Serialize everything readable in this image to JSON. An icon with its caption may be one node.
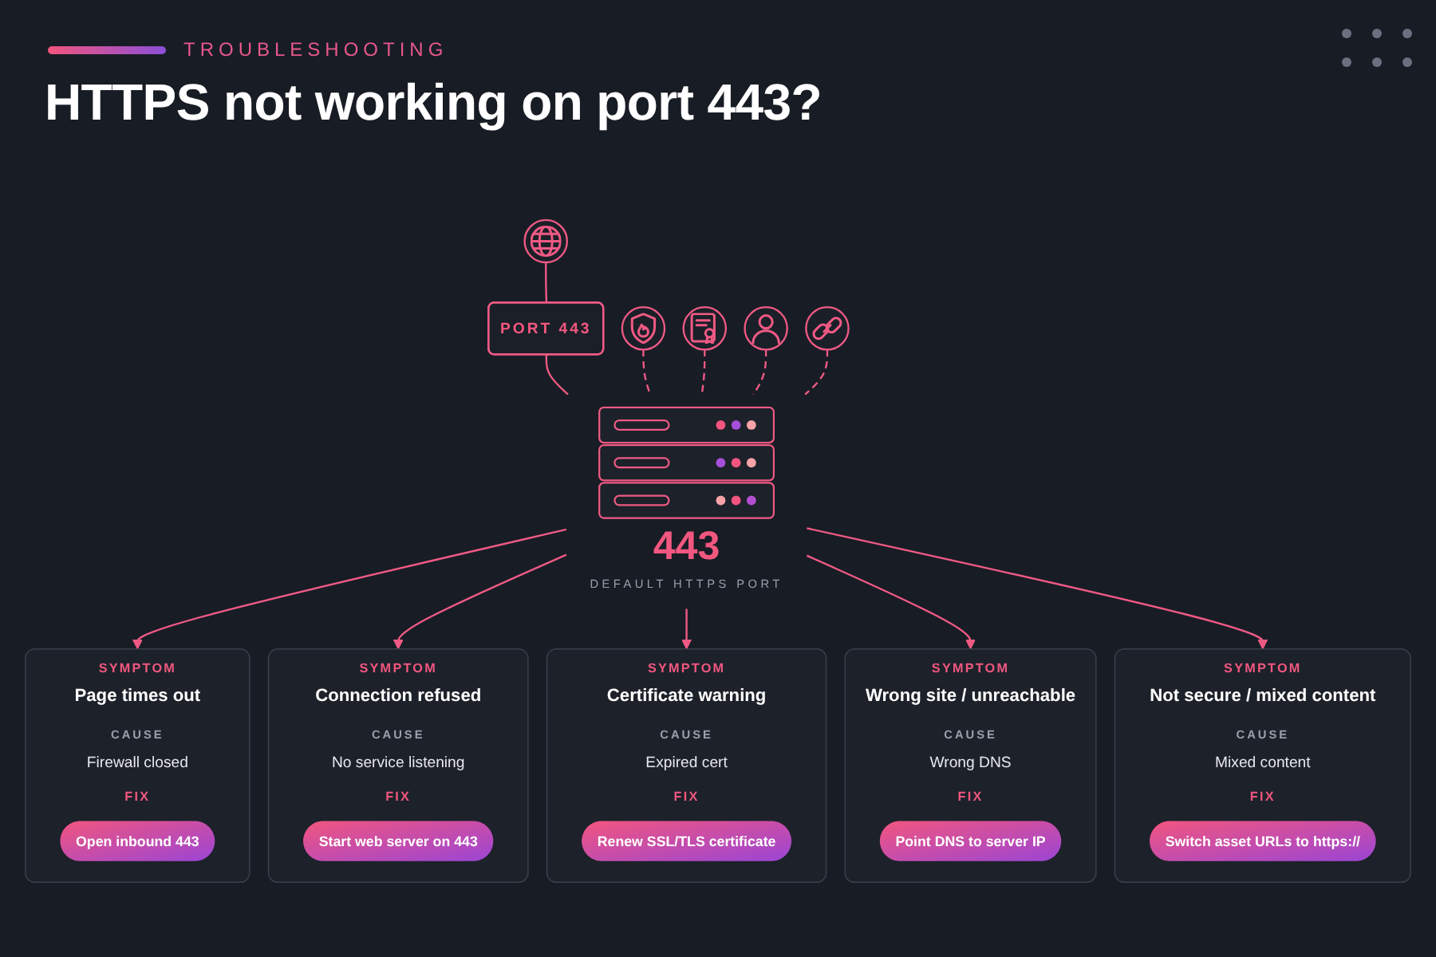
{
  "diagram": {
    "title": "HTTPS not working on port 443?",
    "nodes": [
      {
        "text": [],
        "shape": "circle"
      },
      {
        "text": [],
        "shape": "circle"
      },
      {
        "text": [
          "PORT 443"
        ]
      },
      {
        "text": [],
        "shape": "circle"
      },
      {
        "text": [
          "443",
          "DEFAULT HTTPS PORT"
        ]
      },
      {
        "text": [],
        "shape": "circle"
      },
      {
        "text": [],
        "shape": "circle"
      },
      {
        "text": [
          "SYMPTOM",
          "Page times out",
          "CAUSE",
          "Firewall closed",
          "FIX"
        ]
      },
      {
        "text": [
          "Open inbound 443"
        ],
        "in": 7
      },
      {
        "text": [
          "SYMPTOM",
          "Connection refused",
          "CAUSE",
          "No service listening",
          "FIX"
        ]
      },
      {
        "text": [
          "Start web server on 443"
        ],
        "in": 9
      },
      {
        "text": [
          "SYMPTOM",
          "Certificate warning",
          "CAUSE",
          "Expired cert",
          "FIX"
        ]
      },
      {
        "text": [
          "Renew SSL/TLS certificate"
        ],
        "in": 11
      },
      {
        "text": [
          "SYMPTOM",
          "Wrong site / unreachable",
          "CAUSE",
          "Wrong DNS",
          "FIX"
        ]
      },
      {
        "text": [
          "Point DNS to server IP"
        ],
        "in": 13
      },
      {
        "text": [
          "SYMPTOM",
          "Not secure / mixed content",
          "CAUSE",
          "Mixed content",
          "FIX"
        ]
      },
      {
        "text": [
          "Switch asset URLs to https://"
        ],
        "in": 15
      }
    ],
    "edges": [
      {
        "from": 0,
        "to": 2,
        "arrow": "none"
      },
      {
        "from": 2,
        "to": 4,
        "arrow": "none"
      },
      {
        "from": 1,
        "to": 4,
        "arrow": "none",
        "style": "dashed"
      },
      {
        "from": 3,
        "to": 4,
        "arrow": "none",
        "style": "dashed"
      },
      {
        "from": 5,
        "to": 4,
        "arrow": "none",
        "style": "dashed"
      },
      {
        "from": 6,
        "to": 4,
        "arrow": "none",
        "style": "dashed"
      },
      {
        "from": 4,
        "to": 7,
        "arrow": "to"
      },
      {
        "from": 4,
        "to": 9,
        "arrow": "to"
      },
      {
        "from": 4,
        "to": 11,
        "arrow": "to"
      },
      {
        "from": 4,
        "to": 13,
        "arrow": "to"
      },
      {
        "from": 4,
        "to": 15,
        "arrow": "to"
      }
    ],
    "labels": [
      "TROUBLESHOOTING"
    ]
  }
}
